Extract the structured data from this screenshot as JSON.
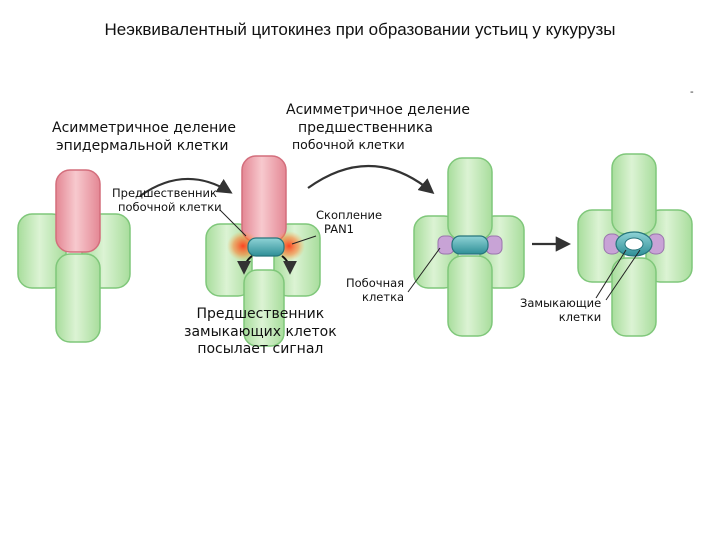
{
  "title": "Неэквивалентный цитокинез при образовании устьиц у кукурузы",
  "labels": {
    "asym_epidermal": [
      "Асимметричное деление",
      "эпидермальной клетки"
    ],
    "asym_subsidiary": [
      "Асимметричное деление",
      "предшественника",
      "побочной клетки"
    ],
    "subsidiary_precursor": [
      "Предшественник",
      "побочной клетки"
    ],
    "pan1": [
      "Скопление",
      "PAN1"
    ],
    "subsidiary_cell": [
      "Побочная",
      "клетка"
    ],
    "guard_mother_signal": [
      "Предшественник",
      "замыкающих клеток",
      "посылает сигнал"
    ],
    "guard_cells": [
      "Замыкающие",
      "клетки"
    ]
  },
  "corner_mark": "-",
  "colors": {
    "epidermal_green": "#bfe7b3",
    "epidermal_green_edge": "#7fc77a",
    "precursor_pink": "#ee9fa8",
    "guard_teal": "#3fa6ad",
    "subsidiary_lilac": "#c8a3d6",
    "signal_orange": "#f26a2e",
    "arrow_dark": "#333333"
  }
}
